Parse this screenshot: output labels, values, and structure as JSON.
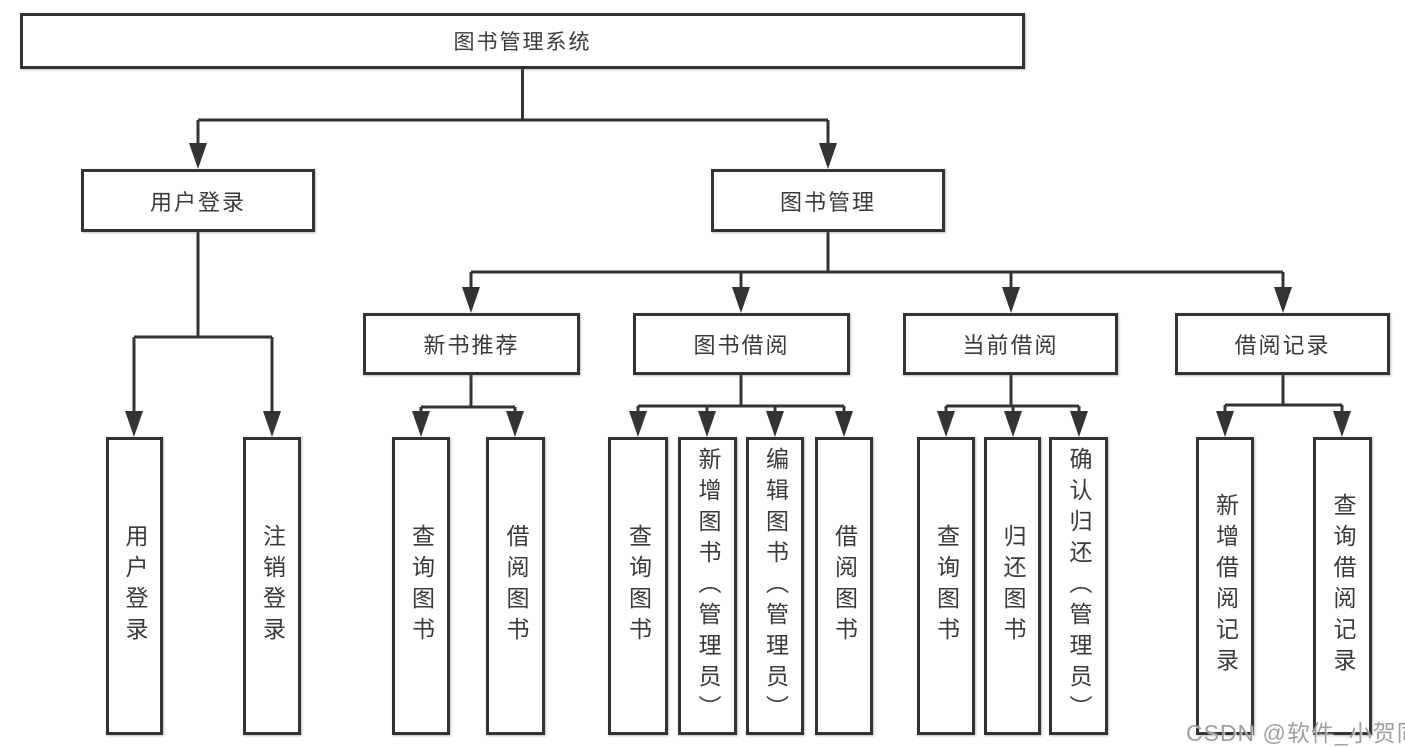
{
  "root": {
    "label": "图书管理系统"
  },
  "level2": {
    "user_login": "用户登录",
    "book_mgmt": "图书管理"
  },
  "level3": {
    "new_book_rec": "新书推荐",
    "book_borrow": "图书借阅",
    "current_borrow": "当前借阅",
    "borrow_records": "借阅记录"
  },
  "leaves": {
    "user_login": "用户登录",
    "logout": "注销登录",
    "nbr_query": "查询图书",
    "nbr_borrow": "借阅图书",
    "bb_query": "查询图书",
    "bb_add": "新增图书（管理员）",
    "bb_edit": "编辑图书（管理员）",
    "bb_borrow": "借阅图书",
    "cb_query": "查询图书",
    "cb_return": "归还图书",
    "cb_confirm": "确认归还（管理员）",
    "br_add": "新增借阅记录",
    "br_query": "查询借阅记录"
  },
  "watermark": "CSDN @软件_小贺同学",
  "colors": {
    "line": "#333333",
    "text": "#3a3a3a",
    "watermark": "#989898",
    "background": "#ffffff"
  }
}
